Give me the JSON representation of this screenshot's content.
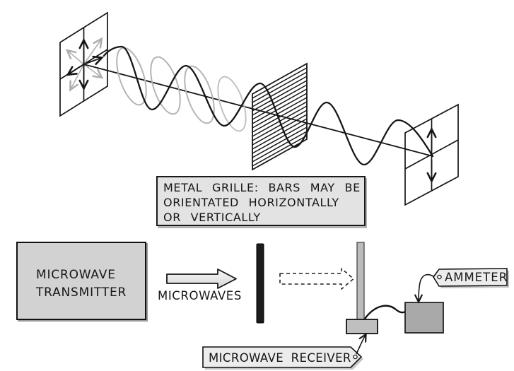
{
  "info_box": {
    "line1": "METAL GRILLE: BARS MAY BE",
    "line2": "ORIENTATED HORIZONTALLY",
    "line3": "OR VERTICALLY"
  },
  "transmitter_box": {
    "line1": "MICROWAVE",
    "line2": "TRANSMITTER"
  },
  "labels": {
    "microwaves": "MICROWAVES",
    "ammeter": "AMMETER",
    "receiver": "MICROWAVE RECEIVER"
  },
  "colors": {
    "ink": "#161616",
    "gray_wave": "#b4b4b4",
    "transmitter_fill": "#d2d2d2",
    "info_fill": "#e3e3e3",
    "tag_fill": "#ececec",
    "ammeter_fill": "#a9a9a9",
    "rod_fill": "#bcbcbc",
    "base_fill": "#bfbfbf",
    "bar_fill": "#1c1c1c"
  }
}
